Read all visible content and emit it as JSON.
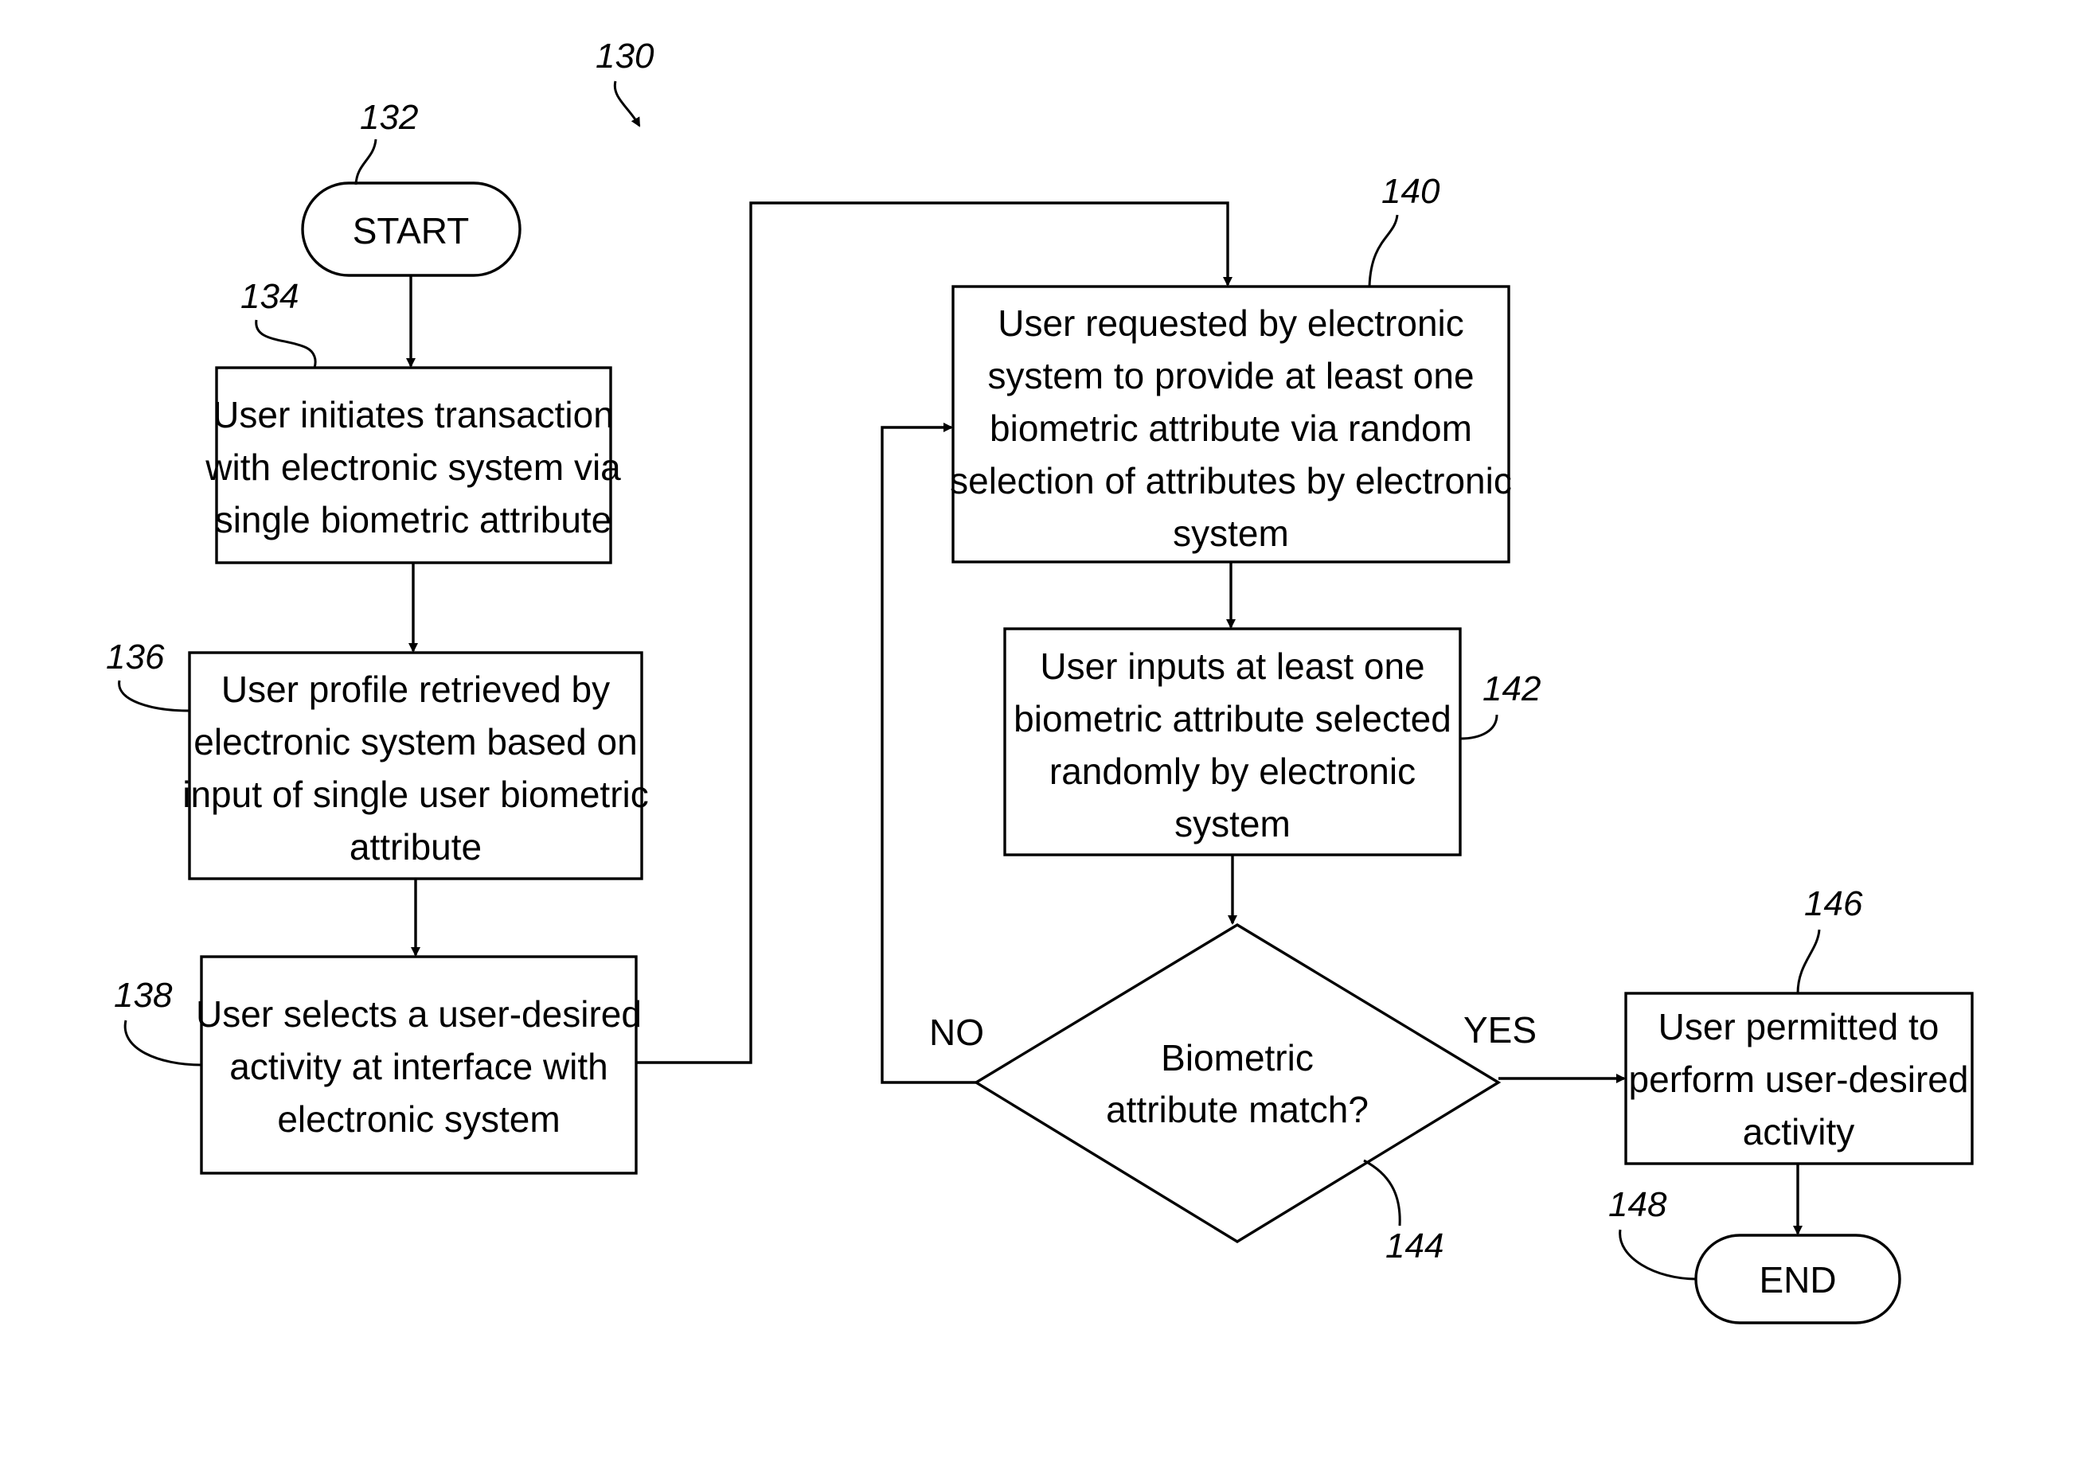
{
  "figure_ref": "130",
  "nodes": {
    "start": {
      "ref": "132",
      "lines": [
        "START"
      ]
    },
    "step_134": {
      "ref": "134",
      "lines": [
        "User initiates transaction",
        "with electronic system via",
        "single biometric attribute"
      ]
    },
    "step_136": {
      "ref": "136",
      "lines": [
        "User profile retrieved by",
        "electronic system based on",
        "input of single user biometric",
        "attribute"
      ]
    },
    "step_138": {
      "ref": "138",
      "lines": [
        "User selects a user-desired",
        "activity at interface with",
        "electronic system"
      ]
    },
    "step_140": {
      "ref": "140",
      "lines": [
        "User requested by electronic",
        "system to provide at least one",
        "biometric attribute via random",
        "selection of attributes by electronic",
        "system"
      ]
    },
    "step_142": {
      "ref": "142",
      "lines": [
        "User inputs at least one",
        "biometric attribute selected",
        "randomly by electronic",
        "system"
      ]
    },
    "decision_144": {
      "ref": "144",
      "lines": [
        "Biometric",
        "attribute match?"
      ]
    },
    "step_146": {
      "ref": "146",
      "lines": [
        "User permitted to",
        "perform user-desired",
        "activity"
      ]
    },
    "end": {
      "ref": "148",
      "lines": [
        "END"
      ]
    }
  },
  "edges": {
    "no_label": "NO",
    "yes_label": "YES"
  },
  "colors": {
    "stroke": "#000000",
    "background": "#ffffff"
  }
}
